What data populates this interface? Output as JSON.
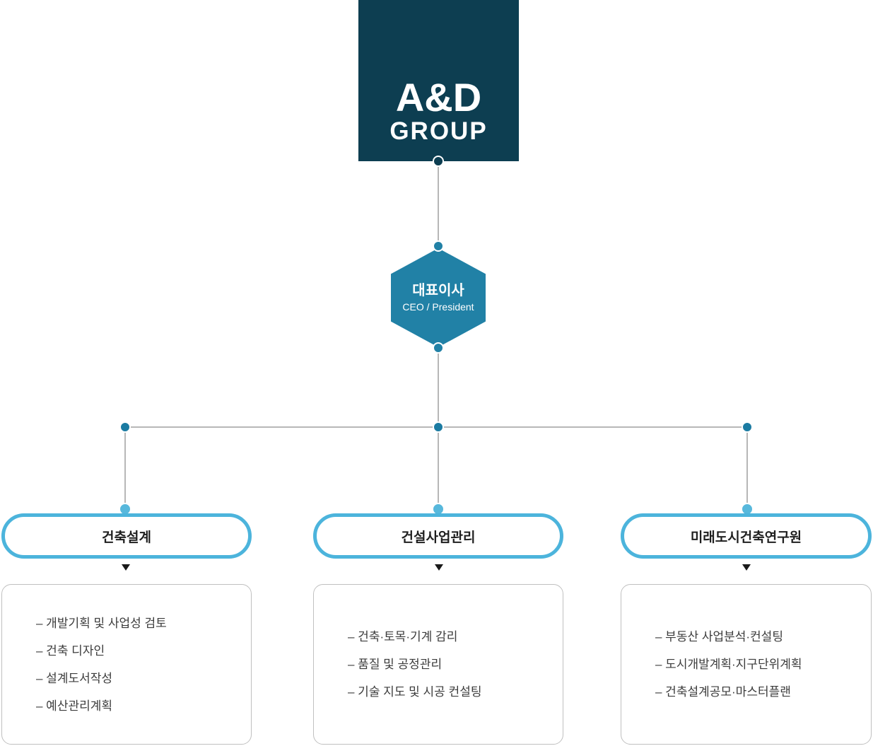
{
  "logo": {
    "line1": "A&D",
    "line2": "GROUP"
  },
  "ceo": {
    "title": "대표이사",
    "subtitle": "CEO / President"
  },
  "departments": [
    {
      "name": "건축설계",
      "items": [
        "– 개발기획 및 사업성 검토",
        "– 건축 디자인",
        "– 설계도서작성",
        "– 예산관리계획"
      ]
    },
    {
      "name": "건설사업관리",
      "items": [
        "– 건축·토목·기계 감리",
        "– 품질 및 공정관리",
        "– 기술 지도 및 시공 컨설팅"
      ]
    },
    {
      "name": "미래도시건축연구원",
      "items": [
        "– 부동산 사업분석·컨설팅",
        "– 도시개발계획·지구단위계획",
        "– 건축설계공모·마스터플랜"
      ]
    }
  ],
  "colors": {
    "logo_background": "#0d3e51",
    "hexagon_background": "#2181a6",
    "pill_border": "#4cb4dc",
    "junction_dot": "#1b7ba2",
    "light_dot": "#57b8dc",
    "connector_line": "#b7b7b7"
  }
}
